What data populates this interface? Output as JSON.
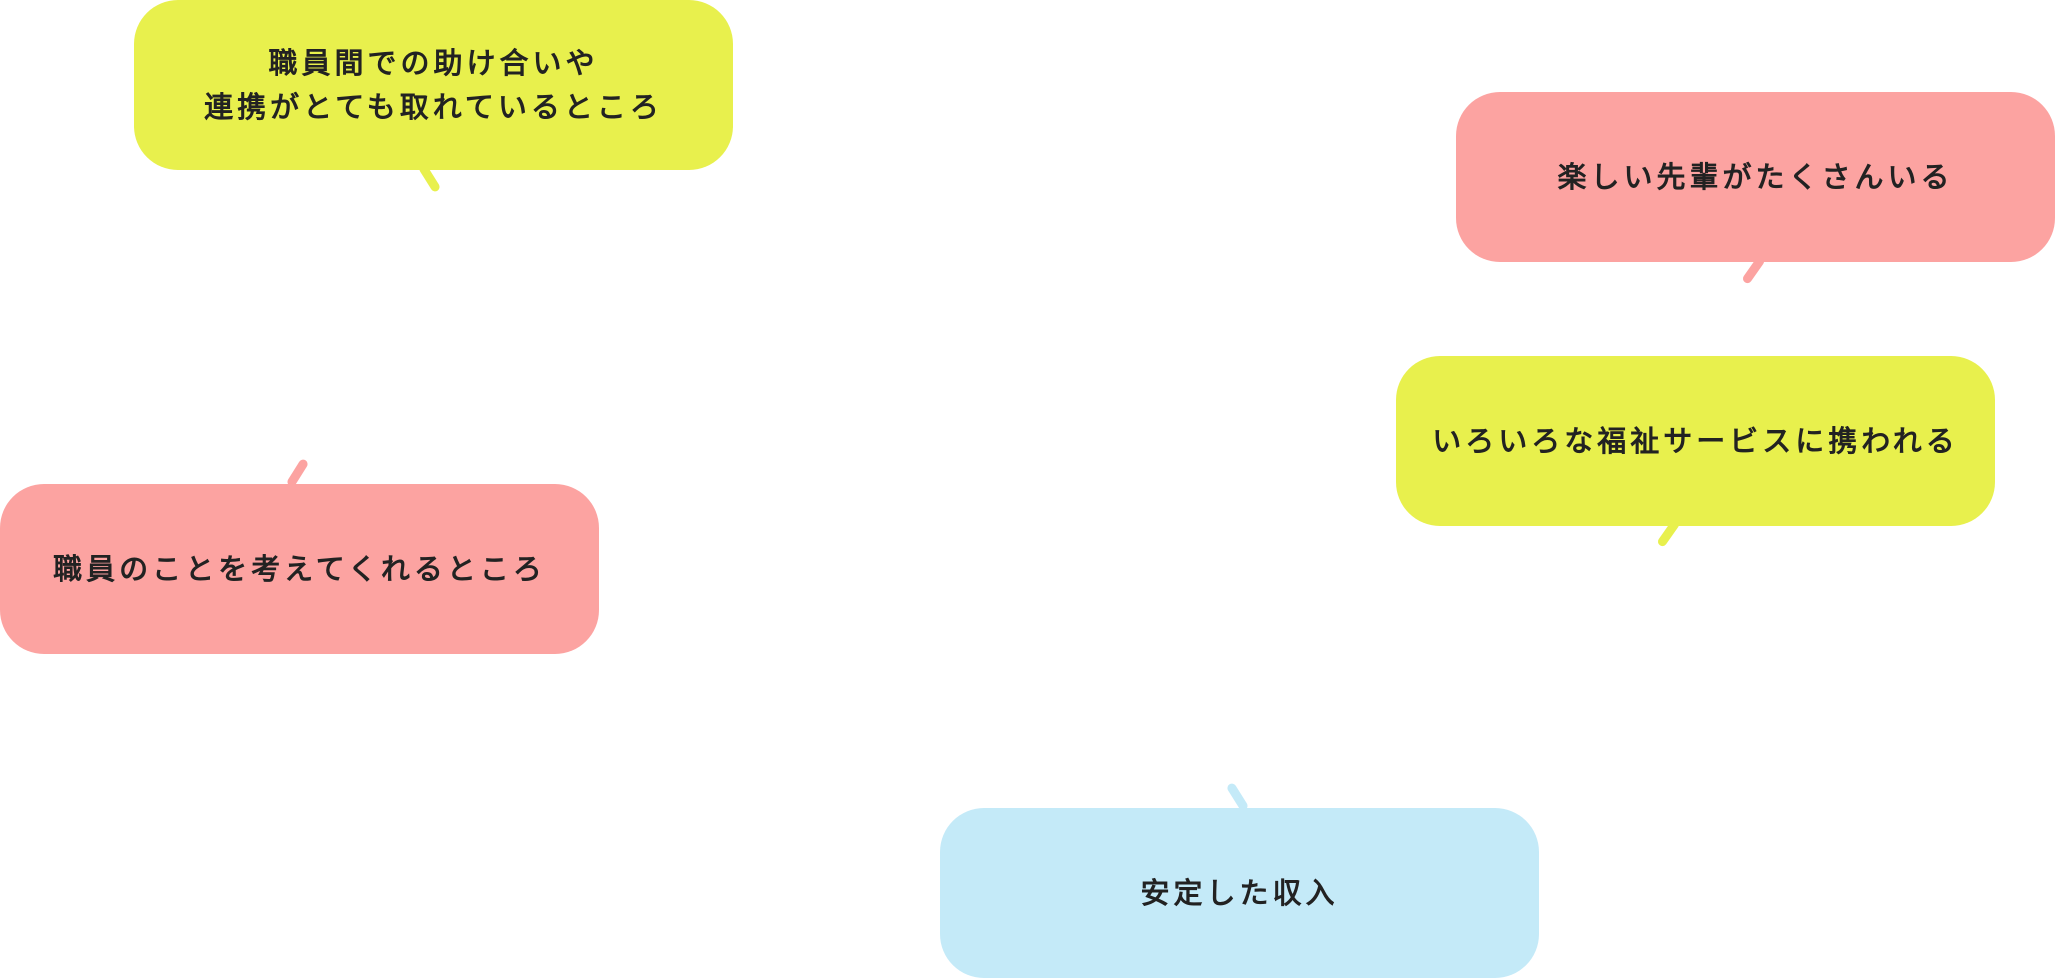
{
  "colors": {
    "yellow": "#e8f04d",
    "pink": "#fca3a1",
    "blue": "#c4eaf8",
    "text": "#222222",
    "background": "#ffffff"
  },
  "bubbles": [
    {
      "id": "teamwork",
      "color": "yellow",
      "text": "職員間での助け合いや\n連携がとても取れているところ"
    },
    {
      "id": "senpai",
      "color": "pink",
      "text": "楽しい先輩がたくさんいる"
    },
    {
      "id": "services",
      "color": "yellow",
      "text": "いろいろな福祉サービスに携われる"
    },
    {
      "id": "care",
      "color": "pink",
      "text": "職員のことを考えてくれるところ"
    },
    {
      "id": "income",
      "color": "blue",
      "text": "安定した収入"
    }
  ]
}
